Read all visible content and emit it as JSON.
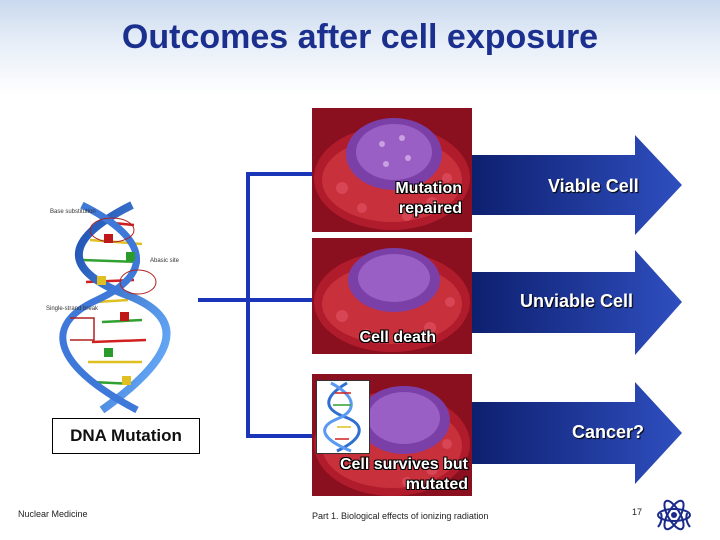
{
  "slide": {
    "title": "Outcomes after cell exposure",
    "dna_label": "DNA Mutation",
    "outcomes": [
      {
        "arrow_label": "Viable Cell",
        "cell_caption_line1": "Mutation",
        "cell_caption_line2": "repaired"
      },
      {
        "arrow_label": "Unviable Cell",
        "cell_caption_line1": "Cell death",
        "cell_caption_line2": ""
      },
      {
        "arrow_label": "Cancer?",
        "cell_caption_line1": "Cell survives but",
        "cell_caption_line2": "mutated"
      }
    ],
    "diagram_annotations": [
      "Base substitution",
      "Abasic site",
      "Single-strand break"
    ]
  },
  "footer": {
    "left": "Nuclear Medicine",
    "center": "Part 1. Biological effects of ionizing radiation",
    "page_number": "17"
  },
  "colors": {
    "title": "#1b2f8f",
    "arrow_dark": "#0d1f6e",
    "arrow_light": "#2f4fc0",
    "bracket": "#1a35b8",
    "nucleus": "#7b3fa8",
    "cytoplasm": "#b01c2c"
  },
  "icons": {
    "logo": "iaea-atom-logo-icon"
  }
}
